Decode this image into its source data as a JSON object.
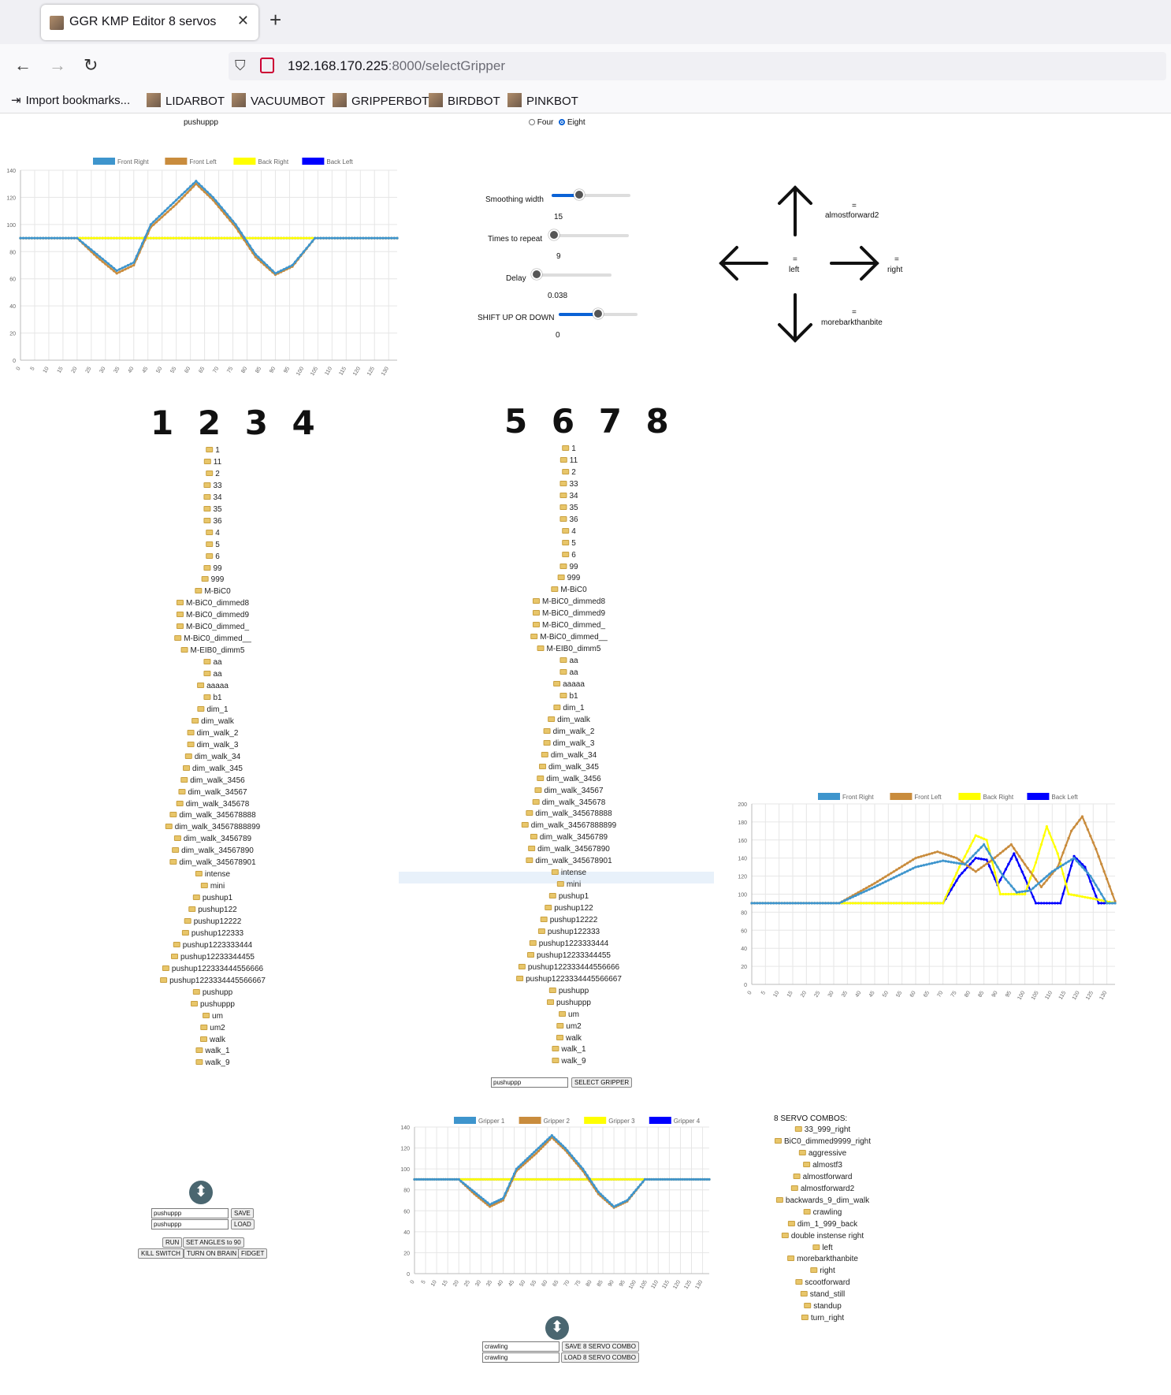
{
  "browser": {
    "tab_title": "GGR KMP Editor 8 servos",
    "tab_close": "✕",
    "new_tab": "+",
    "url_host": "192.168.170.225",
    "url_path": ":8000/selectGripper",
    "bookmarks": [
      "Import bookmarks...",
      "LIDARBOT",
      "VACUUMBOT",
      "GRIPPERBOT",
      "BIRDBOT",
      "PINKBOT"
    ]
  },
  "header": {
    "current_name": "pushuppp",
    "radio_four": "Four",
    "radio_eight": "Eight",
    "selected_mode": "Eight"
  },
  "sliders": [
    {
      "label": "Smoothing width",
      "value": "15",
      "level": 0.35
    },
    {
      "label": "Times to repeat",
      "value": "9",
      "level": 0.05
    },
    {
      "label": "Delay",
      "value": "0.038",
      "level": 0.05
    },
    {
      "label": "SHIFT UP OR DOWN",
      "value": "0",
      "level": 0.5
    }
  ],
  "directions": {
    "up": {
      "eq": "=",
      "name": "almostforward2"
    },
    "left": {
      "eq": "=",
      "name": "left"
    },
    "right": {
      "eq": "=",
      "name": "right"
    },
    "down": {
      "eq": "=",
      "name": "morebarkthanbite"
    }
  },
  "digits_left": "1 2 3 4",
  "digits_right": "5 6 7 8",
  "file_list": [
    "1",
    "11",
    "2",
    "33",
    "34",
    "35",
    "36",
    "4",
    "5",
    "6",
    "99",
    "999",
    "M-BiC0",
    "M-BiC0_dimmed8",
    "M-BiC0_dimmed9",
    "M-BiC0_dimmed_",
    "M-BiC0_dimmed__",
    "M-EIB0_dimm5",
    "aa",
    "aa",
    "aaaaa",
    "b1",
    "dim_1",
    "dim_walk",
    "dim_walk_2",
    "dim_walk_3",
    "dim_walk_34",
    "dim_walk_345",
    "dim_walk_3456",
    "dim_walk_34567",
    "dim_walk_345678",
    "dim_walk_345678888",
    "dim_walk_34567888899",
    "dim_walk_3456789",
    "dim_walk_34567890",
    "dim_walk_345678901",
    "intense",
    "mini",
    "pushup1",
    "pushup122",
    "pushup12222",
    "pushup122333",
    "pushup1223333444",
    "pushup12233344455",
    "pushup122333444556666",
    "pushup1223334445566667",
    "pushupp",
    "pushuppp",
    "um",
    "um2",
    "walk",
    "walk_1",
    "walk_9"
  ],
  "highlighted_right": "intense",
  "select_gripper": {
    "input": "pushuppp",
    "button": "SELECT GRIPPER"
  },
  "controls": {
    "save_input": "pushuppp",
    "load_input": "pushuppp",
    "save": "SAVE",
    "load": "LOAD",
    "run": "RUN",
    "set_angles": "SET ANGLES to 90",
    "kill": "KILL SWITCH",
    "brain": "TURN ON BRAIN",
    "fidget": "FIDGET",
    "toggle_icon": "⬍"
  },
  "combo_controls": {
    "save_input": "crawling",
    "load_input": "crawling",
    "save": "SAVE 8 SERVO COMBO",
    "load": "LOAD 8 SERVO COMBO",
    "toggle_icon": "⬍"
  },
  "combos": {
    "title": "8 SERVO COMBOS:",
    "items": [
      "33_999_right",
      "BiC0_dimmed9999_right",
      "aggressive",
      "almostf3",
      "almostforward",
      "almostforward2",
      "backwards_9_dim_walk",
      "crawling",
      "dim_1_999_back",
      "double instense right",
      "left",
      "morebarkthanbite",
      "right",
      "scootforward",
      "stand_still",
      "standup",
      "turn_right"
    ]
  },
  "colors": {
    "blue": "#3e95cd",
    "brown": "#c98c3d",
    "yellow": "#ffff00",
    "navy": "#0000ff"
  },
  "chart_data": [
    {
      "type": "line",
      "x_ticks": [
        0,
        5,
        10,
        15,
        20,
        25,
        30,
        35,
        40,
        45,
        50,
        55,
        60,
        65,
        70,
        75,
        80,
        85,
        90,
        95,
        100,
        105,
        110,
        115,
        120,
        125,
        130
      ],
      "ylim": [
        0,
        140
      ],
      "y_ticks": [
        0,
        20,
        40,
        60,
        80,
        100,
        120,
        140
      ],
      "series": [
        {
          "name": "Front Right",
          "color": "#3e95cd",
          "points": [
            [
              0,
              90
            ],
            [
              20,
              90
            ],
            [
              27,
              78
            ],
            [
              34,
              66
            ],
            [
              40,
              72
            ],
            [
              46,
              100
            ],
            [
              55,
              118
            ],
            [
              62,
              132
            ],
            [
              68,
              120
            ],
            [
              76,
              100
            ],
            [
              83,
              78
            ],
            [
              90,
              64
            ],
            [
              96,
              70
            ],
            [
              104,
              90
            ],
            [
              133,
              90
            ]
          ]
        },
        {
          "name": "Front Left",
          "color": "#c98c3d",
          "points": [
            [
              0,
              90
            ],
            [
              20,
              90
            ],
            [
              27,
              76
            ],
            [
              34,
              64
            ],
            [
              40,
              70
            ],
            [
              46,
              98
            ],
            [
              55,
              115
            ],
            [
              62,
              130
            ],
            [
              68,
              118
            ],
            [
              76,
              98
            ],
            [
              83,
              76
            ],
            [
              90,
              63
            ],
            [
              96,
              69
            ],
            [
              104,
              90
            ],
            [
              133,
              90
            ]
          ]
        },
        {
          "name": "Back Right",
          "color": "#ffff00",
          "points": [
            [
              0,
              90
            ],
            [
              133,
              90
            ]
          ]
        },
        {
          "name": "Back Left",
          "color": "#0000ff",
          "points": [
            [
              0,
              90
            ],
            [
              133,
              90
            ]
          ]
        }
      ]
    },
    {
      "type": "line",
      "x_ticks": [
        0,
        5,
        10,
        15,
        20,
        25,
        30,
        35,
        40,
        45,
        50,
        55,
        60,
        65,
        70,
        75,
        80,
        85,
        90,
        95,
        100,
        105,
        110,
        115,
        120,
        125,
        130
      ],
      "ylim": [
        0,
        200
      ],
      "y_ticks": [
        0,
        20,
        40,
        60,
        80,
        100,
        120,
        140,
        160,
        180,
        200
      ],
      "series": [
        {
          "name": "Front Right",
          "color": "#3e95cd",
          "points": [
            [
              0,
              90
            ],
            [
              32,
              90
            ],
            [
              45,
              108
            ],
            [
              60,
              130
            ],
            [
              70,
              137
            ],
            [
              78,
              133
            ],
            [
              85,
              155
            ],
            [
              92,
              120
            ],
            [
              97,
              102
            ],
            [
              102,
              104
            ],
            [
              110,
              125
            ],
            [
              118,
              140
            ],
            [
              124,
              120
            ],
            [
              130,
              90
            ],
            [
              133,
              90
            ]
          ]
        },
        {
          "name": "Front Left",
          "color": "#c98c3d",
          "points": [
            [
              0,
              90
            ],
            [
              32,
              90
            ],
            [
              45,
              112
            ],
            [
              60,
              140
            ],
            [
              68,
              147
            ],
            [
              75,
              140
            ],
            [
              82,
              125
            ],
            [
              88,
              138
            ],
            [
              95,
              155
            ],
            [
              100,
              133
            ],
            [
              106,
              108
            ],
            [
              112,
              130
            ],
            [
              117,
              170
            ],
            [
              121,
              186
            ],
            [
              126,
              150
            ],
            [
              133,
              92
            ]
          ]
        },
        {
          "name": "Back Right",
          "color": "#ffff00",
          "points": [
            [
              0,
              90
            ],
            [
              70,
              90
            ],
            [
              76,
              130
            ],
            [
              82,
              165
            ],
            [
              86,
              160
            ],
            [
              91,
              100
            ],
            [
              100,
              100
            ],
            [
              104,
              135
            ],
            [
              108,
              175
            ],
            [
              112,
              145
            ],
            [
              116,
              100
            ],
            [
              125,
              95
            ],
            [
              133,
              90
            ]
          ]
        },
        {
          "name": "Back Left",
          "color": "#0000ff",
          "points": [
            [
              0,
              90
            ],
            [
              70,
              90
            ],
            [
              76,
              120
            ],
            [
              82,
              140
            ],
            [
              86,
              138
            ],
            [
              90,
              110
            ],
            [
              96,
              145
            ],
            [
              100,
              118
            ],
            [
              104,
              90
            ],
            [
              113,
              90
            ],
            [
              118,
              142
            ],
            [
              122,
              130
            ],
            [
              127,
              90
            ],
            [
              133,
              90
            ]
          ]
        }
      ]
    },
    {
      "type": "line",
      "x_ticks": [
        0,
        5,
        10,
        15,
        20,
        25,
        30,
        35,
        40,
        45,
        50,
        55,
        60,
        65,
        70,
        75,
        80,
        85,
        90,
        95,
        100,
        105,
        110,
        115,
        120,
        125,
        130
      ],
      "ylim": [
        0,
        140
      ],
      "y_ticks": [
        0,
        20,
        40,
        60,
        80,
        100,
        120,
        140
      ],
      "series": [
        {
          "name": "Gripper 1",
          "color": "#3e95cd",
          "points": [
            [
              0,
              90
            ],
            [
              20,
              90
            ],
            [
              27,
              78
            ],
            [
              34,
              66
            ],
            [
              40,
              72
            ],
            [
              46,
              100
            ],
            [
              55,
              118
            ],
            [
              62,
              132
            ],
            [
              68,
              120
            ],
            [
              76,
              100
            ],
            [
              83,
              78
            ],
            [
              90,
              64
            ],
            [
              96,
              70
            ],
            [
              104,
              90
            ],
            [
              133,
              90
            ]
          ]
        },
        {
          "name": "Gripper 2",
          "color": "#c98c3d",
          "points": [
            [
              0,
              90
            ],
            [
              20,
              90
            ],
            [
              27,
              76
            ],
            [
              34,
              64
            ],
            [
              40,
              70
            ],
            [
              46,
              98
            ],
            [
              55,
              115
            ],
            [
              62,
              130
            ],
            [
              68,
              118
            ],
            [
              76,
              98
            ],
            [
              83,
              76
            ],
            [
              90,
              63
            ],
            [
              96,
              69
            ],
            [
              104,
              90
            ],
            [
              133,
              90
            ]
          ]
        },
        {
          "name": "Gripper 3",
          "color": "#ffff00",
          "points": [
            [
              0,
              90
            ],
            [
              133,
              90
            ]
          ]
        },
        {
          "name": "Gripper 4",
          "color": "#0000ff",
          "points": [
            [
              0,
              90
            ],
            [
              133,
              90
            ]
          ]
        }
      ]
    }
  ]
}
